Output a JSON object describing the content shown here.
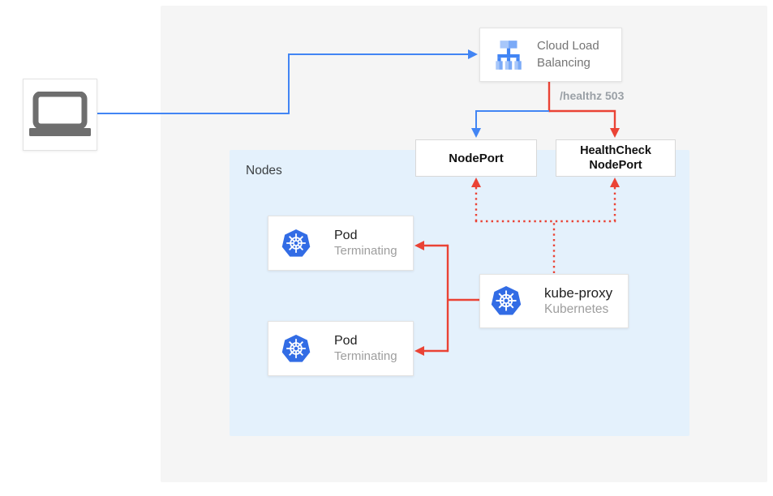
{
  "colors": {
    "blue_accent": "#4285F4",
    "red_accent": "#EA4335",
    "k8s_blue": "#326CE5",
    "panel_gray": "#F5F5F5",
    "nodes_panel_blue": "#E4F1FC",
    "text_dark": "#212121",
    "text_gray": "#757575",
    "text_light_gray": "#9E9E9E",
    "healthz_gray": "#9AA0A6",
    "laptop_gray": "#6E6E6E"
  },
  "diagram": {
    "client": {
      "icon": "laptop-icon"
    },
    "load_balancer": {
      "label": "Cloud Load Balancing",
      "icon": "cloud-load-balancing-icon"
    },
    "health_label": "/healthz 503",
    "nodeport": {
      "label": "NodePort"
    },
    "healthcheck_nodeport": {
      "label_line1": "HealthCheck",
      "label_line2": "NodePort"
    },
    "nodes_panel": {
      "label": "Nodes"
    },
    "pods": [
      {
        "title": "Pod",
        "subtitle": "Terminating",
        "icon": "kubernetes-icon"
      },
      {
        "title": "Pod",
        "subtitle": "Terminating",
        "icon": "kubernetes-icon"
      }
    ],
    "kube_proxy": {
      "title": "kube-proxy",
      "subtitle": "Kubernetes",
      "icon": "kubernetes-icon"
    }
  }
}
